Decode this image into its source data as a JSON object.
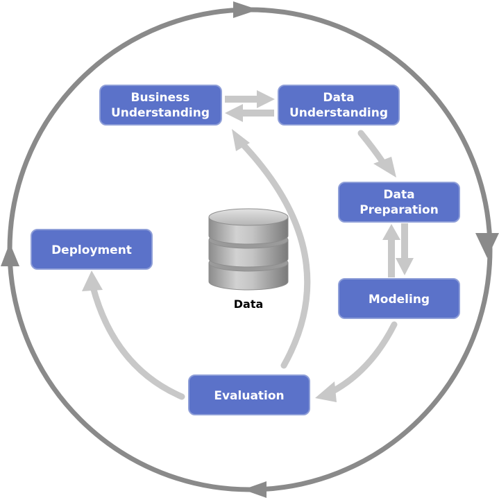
{
  "phases": {
    "business_understanding": {
      "line1": "Business",
      "line2": "Understanding"
    },
    "data_understanding": {
      "line1": "Data",
      "line2": "Understanding"
    },
    "data_preparation": {
      "line1": "Data",
      "line2": "Preparation"
    },
    "modeling": {
      "label": "Modeling"
    },
    "evaluation": {
      "label": "Evaluation"
    },
    "deployment": {
      "label": "Deployment"
    }
  },
  "center": {
    "label": "Data"
  },
  "colors": {
    "box_fill": "#5b72c9",
    "box_border": "#8f9fd8",
    "outer_cycle": "#8a8a8a",
    "inner_arrows": "#c8c8c8",
    "database": "#a8a8a8"
  },
  "icons": {
    "center": "database-icon"
  }
}
